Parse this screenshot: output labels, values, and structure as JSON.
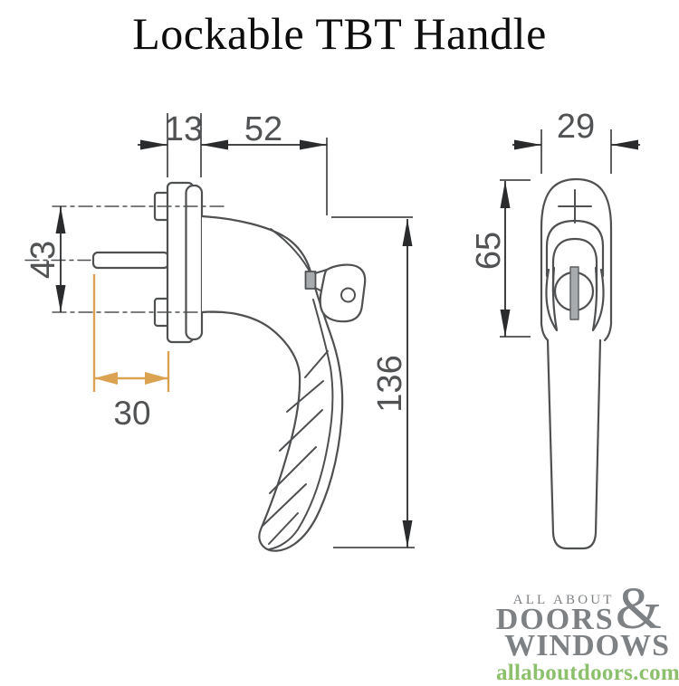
{
  "title": "Lockable TBT Handle",
  "drawing": {
    "dim_labels": {
      "plate_thickness": "13",
      "reach": "52",
      "rosette_width": "29",
      "screw_spacing": "43",
      "spindle_length": "30",
      "rosette_length": "65",
      "handle_length": "136"
    },
    "colors": {
      "line": "#4e5052",
      "dimension": "#2a2b2d",
      "label": "#505254",
      "highlight_orange": "#daa251",
      "keyway_gray": "#a8abae"
    }
  },
  "logo": {
    "tagline_top": "ALL ABOUT",
    "word1": "DOORS",
    "ampersand": "&",
    "word2": "WINDOWS",
    "website": "allaboutdoors.com",
    "colors": {
      "gray": "#7e8184",
      "green": "#8cc06c"
    }
  }
}
